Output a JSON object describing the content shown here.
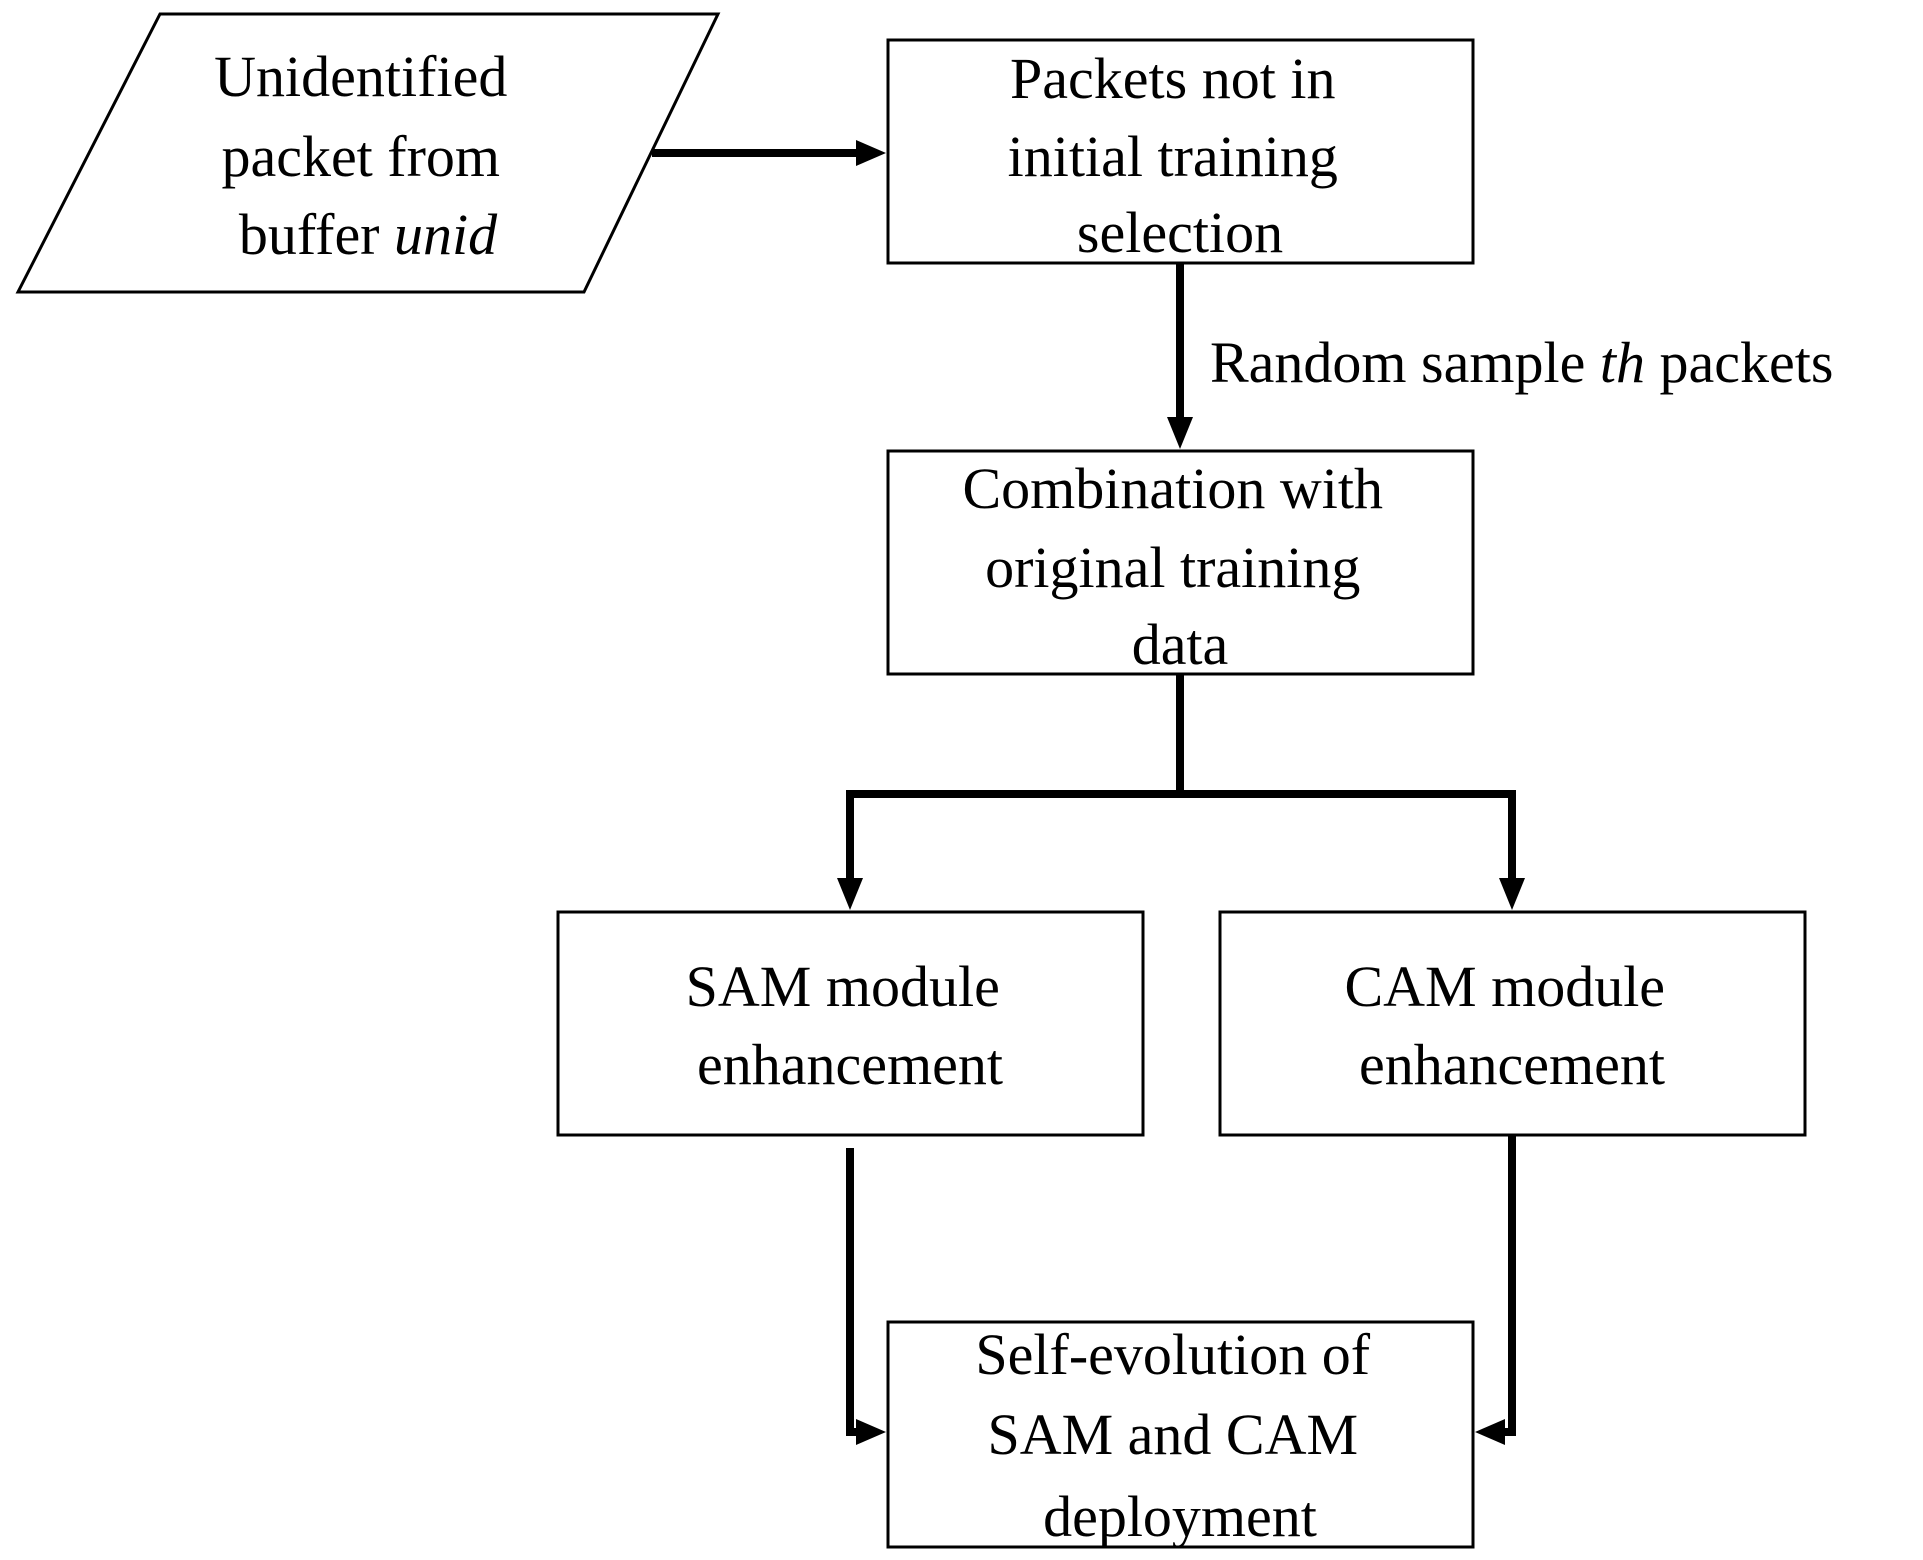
{
  "nodes": {
    "input": {
      "shape": "parallelogram",
      "lines": [
        "Unidentified",
        "packet from"
      ],
      "last_line_prefix": "buffer ",
      "last_line_italic": "unid"
    },
    "packets": {
      "lines": [
        "Packets not in",
        "initial training",
        "selection"
      ]
    },
    "combination": {
      "lines": [
        "Combination with",
        "original training",
        "data"
      ]
    },
    "sam": {
      "lines": [
        "SAM module",
        "enhancement"
      ]
    },
    "cam": {
      "lines": [
        "CAM module",
        "enhancement"
      ]
    },
    "deployment": {
      "lines": [
        "Self-evolution of",
        "SAM and CAM",
        "deployment"
      ]
    }
  },
  "edge_label": {
    "prefix": "Random sample ",
    "italic": "th",
    "suffix": " packets"
  },
  "colors": {
    "stroke": "#000000",
    "fill": "#ffffff",
    "text": "#000000"
  }
}
